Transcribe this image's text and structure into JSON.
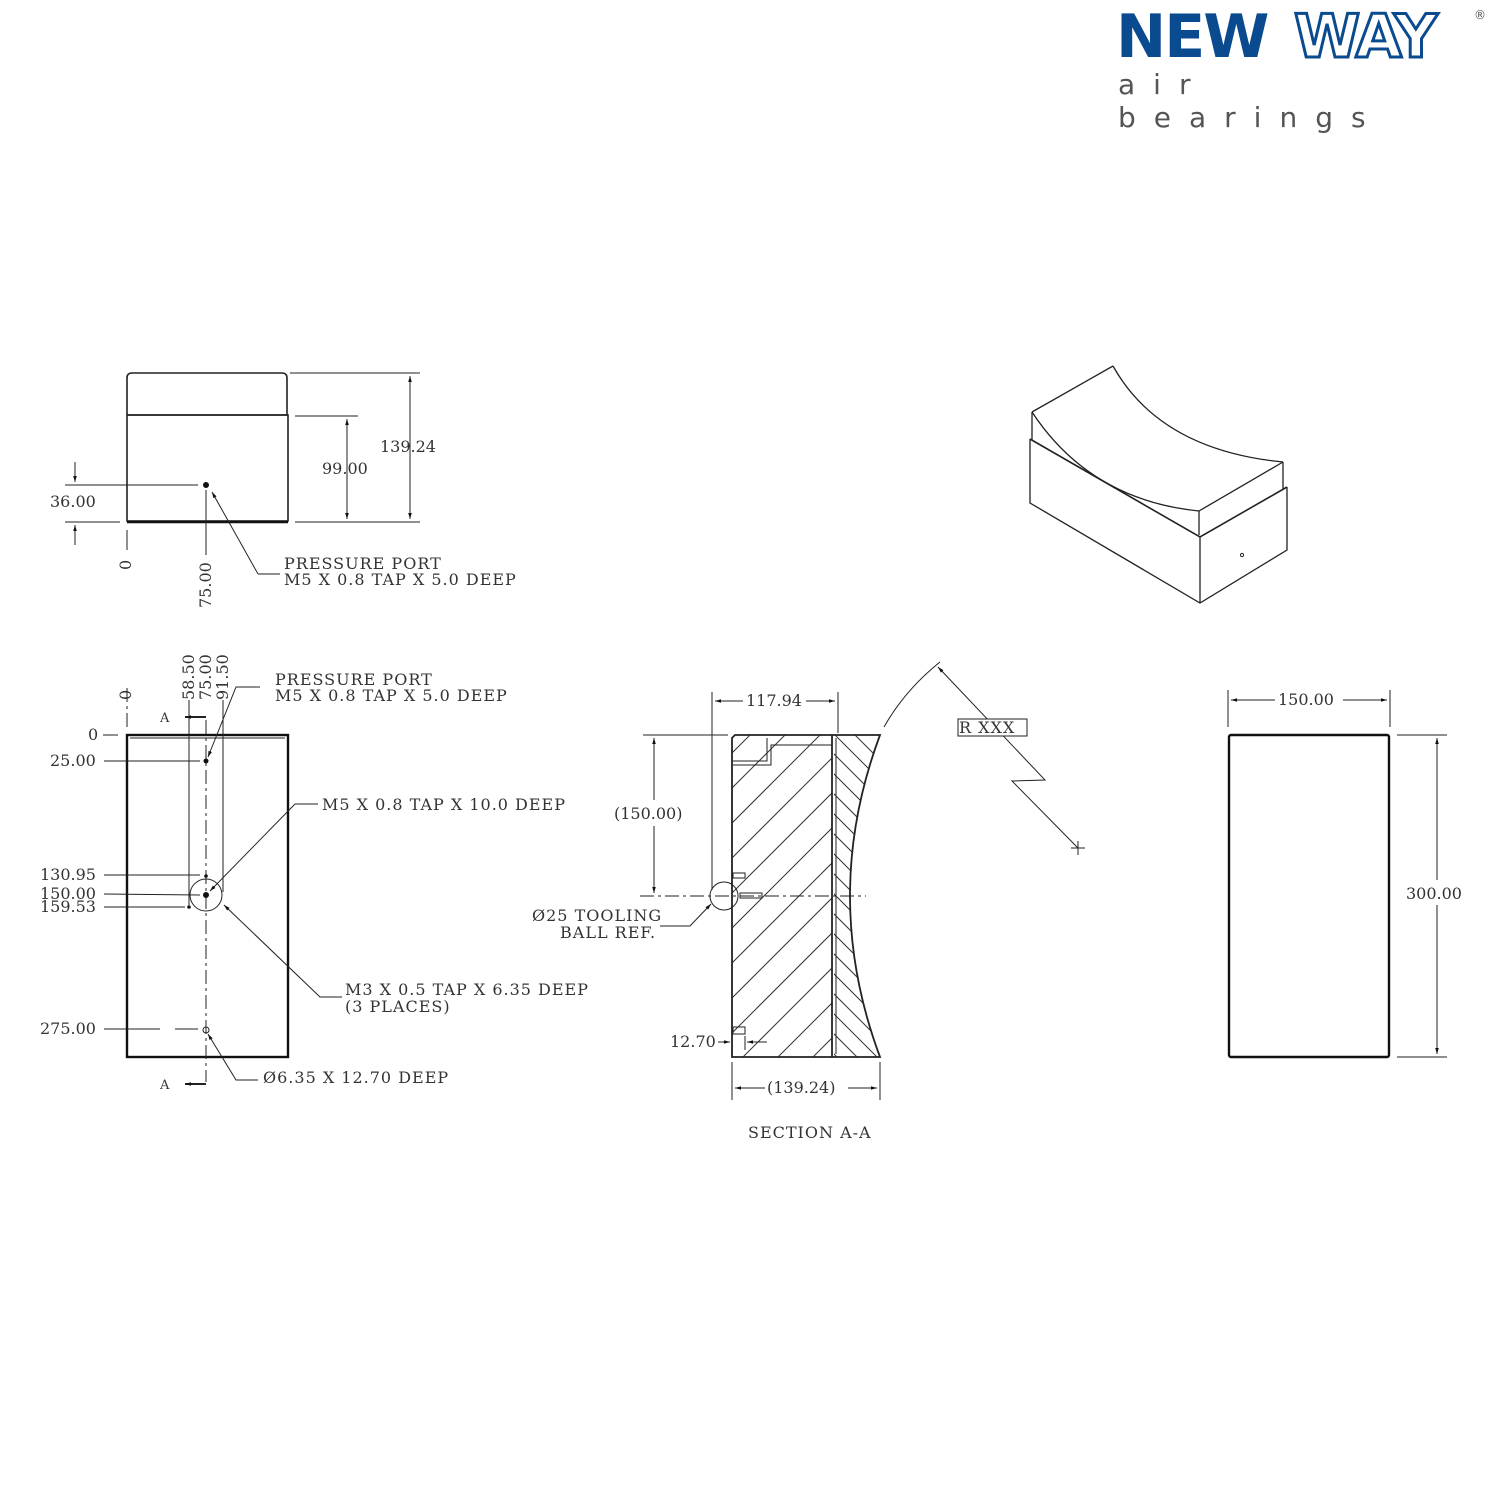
{
  "logo": {
    "brand_solid": "NEW",
    "brand_outline": "WAY",
    "registered": "®",
    "tagline": "air bearings",
    "color": "#0a4a8f"
  },
  "side_view": {
    "dims": {
      "overall_height": "139.24",
      "base_height": "99.00",
      "port_height": "36.00",
      "origin_x": "0",
      "port_x": "75.00"
    },
    "note_line1": "PRESSURE PORT",
    "note_line2": "M5 X 0.8 TAP X 5.0 DEEP"
  },
  "bottom_view": {
    "x_dims": [
      "0",
      "58.50",
      "75.00",
      "91.50"
    ],
    "y_dims": [
      "0",
      "25.00",
      "130.95",
      "150.00",
      "159.53",
      "275.00"
    ],
    "section_marker": "A",
    "notes": {
      "pressure_port_line1": "PRESSURE PORT",
      "pressure_port_line2": "M5 X 0.8 TAP X 5.0 DEEP",
      "center_tap": "M5 X 0.8 TAP X 10.0 DEEP",
      "m3_tap_line1": "M3 X 0.5 TAP X 6.35 DEEP",
      "m3_tap_line2": "(3 PLACES)",
      "hole": "Ø6.35 X 12.70 DEEP"
    }
  },
  "section_view": {
    "title": "SECTION A-A",
    "dims": {
      "top_width": "117.94",
      "half_length": "(150.00)",
      "overall_width": "(139.24)",
      "hole_offset": "12.70"
    },
    "tooling_ball_line1": "Ø25 TOOLING",
    "tooling_ball_line2": "BALL REF.",
    "radius_label": "R XXX"
  },
  "end_view": {
    "width": "150.00",
    "length": "300.00"
  },
  "isometric_view": {
    "label": "isometric"
  }
}
